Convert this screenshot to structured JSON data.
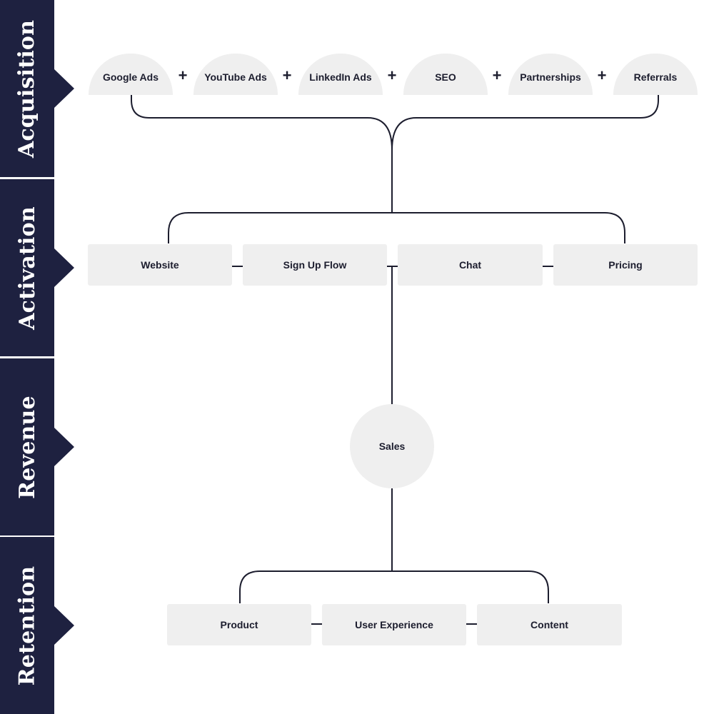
{
  "colors": {
    "sidebar": "#1e2140",
    "node_fill": "#efefef",
    "line": "#1c1d2e",
    "text": "#1c1d2e"
  },
  "stages": {
    "acquisition": "Acquisition",
    "activation": "Activation",
    "revenue": "Revenue",
    "retention": "Retention"
  },
  "acquisition": {
    "channels": [
      "Google Ads",
      "YouTube Ads",
      "LinkedIn Ads",
      "SEO",
      "Partnerships",
      "Referrals"
    ],
    "separator": "+"
  },
  "activation": {
    "items": [
      "Website",
      "Sign Up Flow",
      "Chat",
      "Pricing"
    ]
  },
  "revenue": {
    "node": "Sales"
  },
  "retention": {
    "items": [
      "Product",
      "User Experience",
      "Content"
    ]
  }
}
